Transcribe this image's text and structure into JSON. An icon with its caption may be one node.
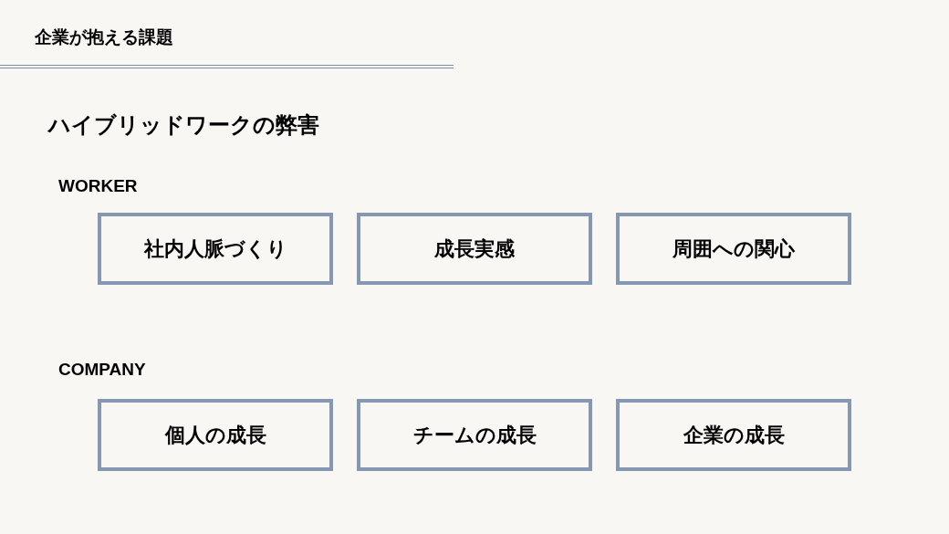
{
  "diagram": {
    "title": "企業が抱える課題",
    "nodes": [
      {
        "text": [
          "社内人脈づくり"
        ]
      },
      {
        "text": [
          "成長実感"
        ]
      },
      {
        "text": [
          "周囲への関心"
        ]
      },
      {
        "text": [
          "個人の成長"
        ]
      },
      {
        "text": [
          "チームの成長"
        ]
      },
      {
        "text": [
          "企業の成長"
        ]
      }
    ],
    "labels": [
      "ハイブリッドワークの弊害",
      "WORKER",
      "COMPANY"
    ]
  }
}
